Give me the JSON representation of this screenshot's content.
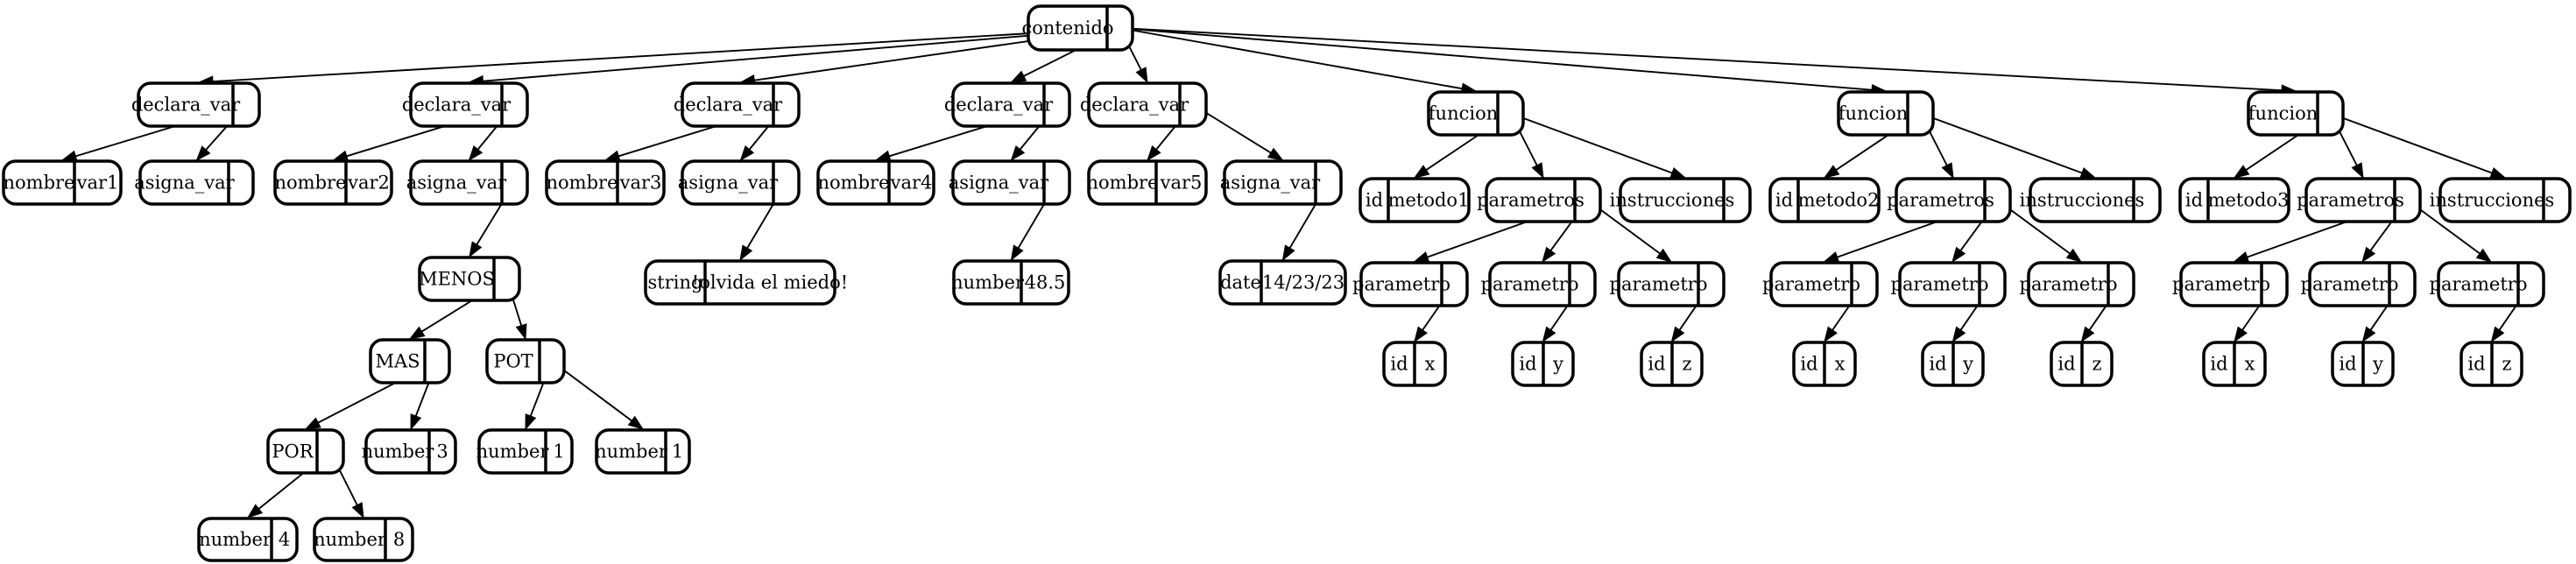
{
  "diagram": {
    "nodes": {
      "root": {
        "label": "contenido",
        "value": ""
      },
      "dv1": {
        "label": "declara_var",
        "value": ""
      },
      "dv1_nombre": {
        "label": "nombre",
        "value": "var1"
      },
      "dv1_asigna": {
        "label": "asigna_var",
        "value": ""
      },
      "dv2": {
        "label": "declara_var",
        "value": ""
      },
      "dv2_nombre": {
        "label": "nombre",
        "value": "var2"
      },
      "dv2_asigna": {
        "label": "asigna_var",
        "value": ""
      },
      "menos": {
        "label": "MENOS",
        "value": ""
      },
      "mas": {
        "label": "MAS",
        "value": ""
      },
      "pot": {
        "label": "POT",
        "value": ""
      },
      "por": {
        "label": "POR",
        "value": ""
      },
      "num3": {
        "label": "number",
        "value": "3"
      },
      "pot_num1a": {
        "label": "number",
        "value": "1"
      },
      "pot_num1b": {
        "label": "number",
        "value": "1"
      },
      "num4": {
        "label": "number",
        "value": "4"
      },
      "num8": {
        "label": "number",
        "value": "8"
      },
      "dv3": {
        "label": "declara_var",
        "value": ""
      },
      "dv3_nombre": {
        "label": "nombre",
        "value": "var3"
      },
      "dv3_asigna": {
        "label": "asigna_var",
        "value": ""
      },
      "str": {
        "label": "string",
        "value": "!olvida el miedo!"
      },
      "dv4": {
        "label": "declara_var",
        "value": ""
      },
      "dv4_nombre": {
        "label": "nombre",
        "value": "var4"
      },
      "dv4_asigna": {
        "label": "asigna_var",
        "value": ""
      },
      "num485": {
        "label": "number",
        "value": "48.5"
      },
      "dv5": {
        "label": "declara_var",
        "value": ""
      },
      "dv5_nombre": {
        "label": "nombre",
        "value": "var5"
      },
      "dv5_asigna": {
        "label": "asigna_var",
        "value": ""
      },
      "date": {
        "label": "date",
        "value": "14/23/23"
      },
      "f1": {
        "label": "funcion",
        "value": ""
      },
      "f1_id": {
        "label": "id",
        "value": "metodo1"
      },
      "f1_params": {
        "label": "parametros",
        "value": ""
      },
      "f1_instr": {
        "label": "instrucciones",
        "value": ""
      },
      "f1_p1": {
        "label": "parametro",
        "value": ""
      },
      "f1_p2": {
        "label": "parametro",
        "value": ""
      },
      "f1_p3": {
        "label": "parametro",
        "value": ""
      },
      "f1_p1_id": {
        "label": "id",
        "value": "x"
      },
      "f1_p2_id": {
        "label": "id",
        "value": "y"
      },
      "f1_p3_id": {
        "label": "id",
        "value": "z"
      },
      "f2": {
        "label": "funcion",
        "value": ""
      },
      "f2_id": {
        "label": "id",
        "value": "metodo2"
      },
      "f2_params": {
        "label": "parametros",
        "value": ""
      },
      "f2_instr": {
        "label": "instrucciones",
        "value": ""
      },
      "f2_p1": {
        "label": "parametro",
        "value": ""
      },
      "f2_p2": {
        "label": "parametro",
        "value": ""
      },
      "f2_p3": {
        "label": "parametro",
        "value": ""
      },
      "f2_p1_id": {
        "label": "id",
        "value": "x"
      },
      "f2_p2_id": {
        "label": "id",
        "value": "y"
      },
      "f2_p3_id": {
        "label": "id",
        "value": "z"
      },
      "f3": {
        "label": "funcion",
        "value": ""
      },
      "f3_id": {
        "label": "id",
        "value": "metodo3"
      },
      "f3_params": {
        "label": "parametros",
        "value": ""
      },
      "f3_instr": {
        "label": "instrucciones",
        "value": ""
      },
      "f3_p1": {
        "label": "parametro",
        "value": ""
      },
      "f3_p2": {
        "label": "parametro",
        "value": ""
      },
      "f3_p3": {
        "label": "parametro",
        "value": ""
      },
      "f3_p1_id": {
        "label": "id",
        "value": "x"
      },
      "f3_p2_id": {
        "label": "id",
        "value": "y"
      },
      "f3_p3_id": {
        "label": "id",
        "value": "z"
      }
    },
    "edges": [
      [
        "root",
        "dv1"
      ],
      [
        "root",
        "dv2"
      ],
      [
        "root",
        "dv3"
      ],
      [
        "root",
        "dv4"
      ],
      [
        "root",
        "dv5"
      ],
      [
        "root",
        "f1"
      ],
      [
        "root",
        "f2"
      ],
      [
        "root",
        "f3"
      ],
      [
        "dv1",
        "dv1_nombre"
      ],
      [
        "dv1",
        "dv1_asigna"
      ],
      [
        "dv2",
        "dv2_nombre"
      ],
      [
        "dv2",
        "dv2_asigna"
      ],
      [
        "dv2_asigna",
        "menos"
      ],
      [
        "menos",
        "mas"
      ],
      [
        "menos",
        "pot"
      ],
      [
        "mas",
        "por"
      ],
      [
        "mas",
        "num3"
      ],
      [
        "pot",
        "pot_num1a"
      ],
      [
        "pot",
        "pot_num1b"
      ],
      [
        "por",
        "num4"
      ],
      [
        "por",
        "num8"
      ],
      [
        "dv3",
        "dv3_nombre"
      ],
      [
        "dv3",
        "dv3_asigna"
      ],
      [
        "dv3_asigna",
        "str"
      ],
      [
        "dv4",
        "dv4_nombre"
      ],
      [
        "dv4",
        "dv4_asigna"
      ],
      [
        "dv4_asigna",
        "num485"
      ],
      [
        "dv5",
        "dv5_nombre"
      ],
      [
        "dv5",
        "dv5_asigna"
      ],
      [
        "dv5_asigna",
        "date"
      ],
      [
        "f1",
        "f1_id"
      ],
      [
        "f1",
        "f1_params"
      ],
      [
        "f1",
        "f1_instr"
      ],
      [
        "f1_params",
        "f1_p1"
      ],
      [
        "f1_params",
        "f1_p2"
      ],
      [
        "f1_params",
        "f1_p3"
      ],
      [
        "f1_p1",
        "f1_p1_id"
      ],
      [
        "f1_p2",
        "f1_p2_id"
      ],
      [
        "f1_p3",
        "f1_p3_id"
      ],
      [
        "f2",
        "f2_id"
      ],
      [
        "f2",
        "f2_params"
      ],
      [
        "f2",
        "f2_instr"
      ],
      [
        "f2_params",
        "f2_p1"
      ],
      [
        "f2_params",
        "f2_p2"
      ],
      [
        "f2_params",
        "f2_p3"
      ],
      [
        "f2_p1",
        "f2_p1_id"
      ],
      [
        "f2_p2",
        "f2_p2_id"
      ],
      [
        "f2_p3",
        "f2_p3_id"
      ],
      [
        "f3",
        "f3_id"
      ],
      [
        "f3",
        "f3_params"
      ],
      [
        "f3",
        "f3_instr"
      ],
      [
        "f3_params",
        "f3_p1"
      ],
      [
        "f3_params",
        "f3_p2"
      ],
      [
        "f3_params",
        "f3_p3"
      ],
      [
        "f3_p1",
        "f3_p1_id"
      ],
      [
        "f3_p2",
        "f3_p2_id"
      ],
      [
        "f3_p3",
        "f3_p3_id"
      ]
    ]
  }
}
